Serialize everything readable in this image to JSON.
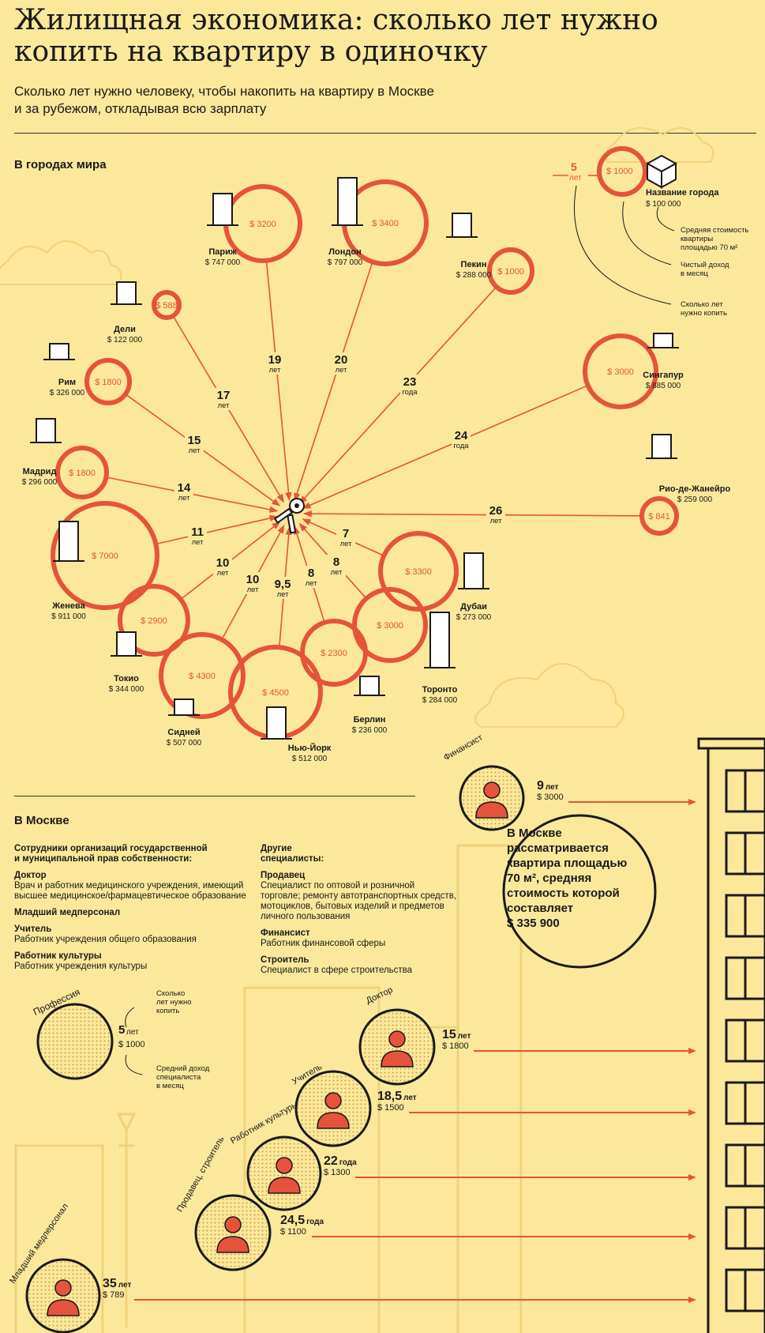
{
  "header": {
    "title_line1": "Жилищная экономика: сколько лет нужно",
    "title_line2": "копить на квартиру в одиночку",
    "subtitle_line1": "Сколько лет нужно человеку, чтобы накопить на квартиру в Москве",
    "subtitle_line2": "и за рубежом, откладывая всю зарплату"
  },
  "world": {
    "heading": "В городах мира",
    "legend": {
      "years": "5",
      "years_unit": "лет",
      "income": "$ 1000",
      "city": "Название города",
      "price": "$ 100 000",
      "note_price_1": "Средняя стоимость",
      "note_price_2": "квартиры",
      "note_price_3": "площадью 70 м²",
      "note_income_1": "Чистый доход",
      "note_income_2": "в месяц",
      "note_years_1": "Сколько лет",
      "note_years_2": "нужно копить"
    },
    "cities": [
      {
        "name": "Париж",
        "price": "$ 747 000",
        "income": "$ 3200",
        "years": "19",
        "unit": "лет"
      },
      {
        "name": "Лондон",
        "price": "$ 797 000",
        "income": "$ 3400",
        "years": "20",
        "unit": "лет"
      },
      {
        "name": "Пекин",
        "price": "$ 288 000",
        "income": "$ 1000",
        "years": "23",
        "unit": "года"
      },
      {
        "name": "Дели",
        "price": "$ 122 000",
        "income": "$ 588",
        "years": "17",
        "unit": "лет"
      },
      {
        "name": "Рим",
        "price": "$ 326 000",
        "income": "$ 1800",
        "years": "15",
        "unit": "лет"
      },
      {
        "name": "Сингапур",
        "price": "$ 885 000",
        "income": "$ 3000",
        "years": "24",
        "unit": "года"
      },
      {
        "name": "Мадрид",
        "price": "$ 296 000",
        "income": "$ 1800",
        "years": "14",
        "unit": "лет"
      },
      {
        "name": "Рио-де-Жанейро",
        "price": "$ 259 000",
        "income": "$ 841",
        "years": "26",
        "unit": "лет"
      },
      {
        "name": "Женева",
        "price": "$ 911 000",
        "income": "$ 7000",
        "years": "11",
        "unit": "лет"
      },
      {
        "name": "Токио",
        "price": "$ 344 000",
        "income": "$ 2900",
        "years": "10",
        "unit": "лет"
      },
      {
        "name": "Сидней",
        "price": "$ 507 000",
        "income": "$ 4300",
        "years": "10",
        "unit": "лет"
      },
      {
        "name": "Нью-Йорк",
        "price": "$ 512 000",
        "income": "$ 4500",
        "years": "9,5",
        "unit": "лет"
      },
      {
        "name": "Берлин",
        "price": "$ 236 000",
        "income": "$ 2300",
        "years": "8",
        "unit": "лет"
      },
      {
        "name": "Торонто",
        "price": "$ 284 000",
        "income": "$ 3000",
        "years": "8",
        "unit": "лет"
      },
      {
        "name": "Дубаи",
        "price": "$ 273 000",
        "income": "$ 3300",
        "years": "7",
        "unit": "лет"
      }
    ]
  },
  "moscow": {
    "heading": "В Москве",
    "col1_title_1": "Сотрудники организаций государственной",
    "col1_title_2": "и муниципальной прав собственности:",
    "col1": [
      {
        "role": "Доктор",
        "desc_1": "Врач и работник медицинского учреждения, имеющий",
        "desc_2": "высшее медицинское/фармацевтическое образование"
      },
      {
        "role": "Младший медперсонал",
        "desc_1": "",
        "desc_2": ""
      },
      {
        "role": "Учитель",
        "desc_1": "Работник учреждения общего образования",
        "desc_2": ""
      },
      {
        "role": "Работник культуры",
        "desc_1": "Работник учреждения культуры",
        "desc_2": ""
      }
    ],
    "col2_title_1": "Другие",
    "col2_title_2": "специалисты:",
    "col2": [
      {
        "role": "Продавец",
        "desc_1": "Специалист по оптовой и розничной",
        "desc_2": "торговле; ремонту автотранспортных средств,",
        "desc_3": "мотоциклов, бытовых изделий и предметов",
        "desc_4": "личного пользования"
      },
      {
        "role": "Финансист",
        "desc_1": "Работник финансовой сферы",
        "desc_2": "",
        "desc_3": "",
        "desc_4": ""
      },
      {
        "role": "Строитель",
        "desc_1": "Специалист в сфере строительства",
        "desc_2": "",
        "desc_3": "",
        "desc_4": ""
      }
    ],
    "info_1": "В Москве",
    "info_2": "рассматривается",
    "info_3": "квартира площадью",
    "info_4": "70 м², средняя",
    "info_5": "стоимость которой",
    "info_6": "составляет",
    "info_7": "$ 335 900",
    "legend": {
      "label": "Профессия",
      "years": "5",
      "unit": "лет",
      "income": "$ 1000",
      "note_years_1": "Сколько",
      "note_years_2": "лет нужно",
      "note_years_3": "копить",
      "note_income_1": "Средний доход",
      "note_income_2": "специалиста",
      "note_income_3": "в месяц"
    },
    "professions": [
      {
        "name": "Финансист",
        "years": "9",
        "unit": "лет",
        "income": "$ 3000"
      },
      {
        "name": "Доктор",
        "years": "15",
        "unit": "лет",
        "income": "$ 1800"
      },
      {
        "name": "Учитель",
        "years": "18,5",
        "unit": "лет",
        "income": "$ 1500"
      },
      {
        "name": "Работник культуры",
        "years": "22",
        "unit": "года",
        "income": "$ 1300"
      },
      {
        "name": "Продавец, строитель",
        "years": "24,5",
        "unit": "года",
        "income": "$ 1100"
      },
      {
        "name": "Младший медперсонал",
        "years": "35",
        "unit": "лет",
        "income": "$ 789"
      }
    ]
  },
  "colors": {
    "background": "#fce89a",
    "accent": "#e5533b",
    "ink": "#1a1a1a",
    "dotted": "#f3d57a"
  }
}
